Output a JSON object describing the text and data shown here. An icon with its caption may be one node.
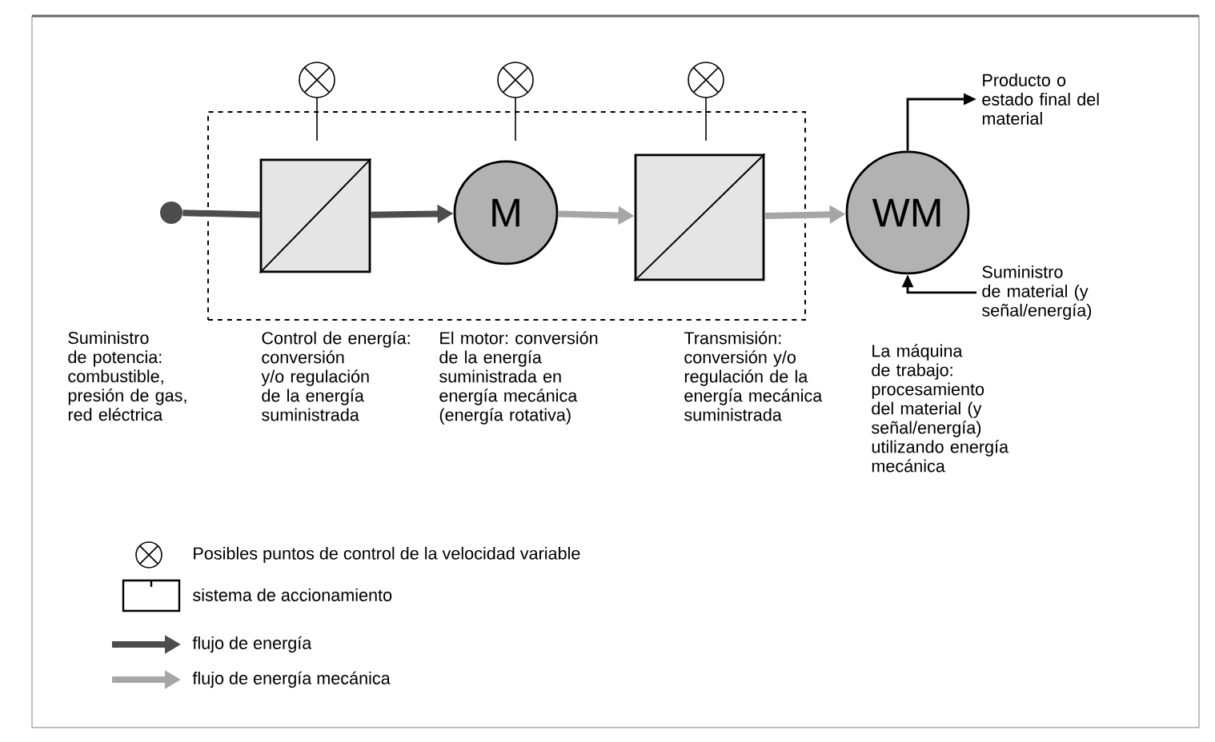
{
  "diagram": {
    "nodes": [
      {
        "text": [],
        "shape": "circle"
      },
      {
        "text": [],
        "shape": "box"
      },
      {
        "text": [],
        "shape": "box",
        "in": 1
      },
      {
        "text": [
          "M"
        ],
        "in": 1
      },
      {
        "text": [],
        "shape": "box",
        "in": 1
      },
      {
        "text": [
          "WM"
        ]
      },
      {
        "text": [
          "Producto o estado final del material"
        ]
      },
      {
        "text": [
          "Suministro de material (y señal/energía)"
        ]
      }
    ],
    "edges": [
      {
        "from": 0,
        "to": 2,
        "arrow": "none",
        "color": "#4d4d4d"
      },
      {
        "from": 2,
        "to": 3,
        "arrow": "to",
        "color": "#4d4d4d"
      },
      {
        "from": 3,
        "to": 4,
        "arrow": "to",
        "color": "#a6a6a6"
      },
      {
        "from": 4,
        "to": 5,
        "arrow": "to",
        "color": "#a6a6a6"
      },
      {
        "from": 5,
        "to": 6,
        "arrow": "to",
        "color": "#000000"
      },
      {
        "from": 7,
        "to": 5,
        "arrow": "to",
        "color": "#000000"
      }
    ],
    "labels": [
      "Suministro de potencia: combustible, presión de gas, red eléctrica",
      "Control de energía: conversión y/o regulación de la energía suministrada",
      "El motor: conversión de la energía suministrada en energía mecánica (energía rotativa)",
      "Transmisión: conversión y/o regulación de la energía mecánica suministrada",
      "La máquina de trabajo: procesamiento del material (y señal/energía) utilizando energía mecánica"
    ],
    "legend": [
      {
        "text": "Posibles puntos de control de la velocidad variable"
      },
      {
        "text": "sistema de accionamiento"
      },
      {
        "text": "flujo de energía"
      },
      {
        "text": "flujo de energía mecánica"
      }
    ]
  }
}
